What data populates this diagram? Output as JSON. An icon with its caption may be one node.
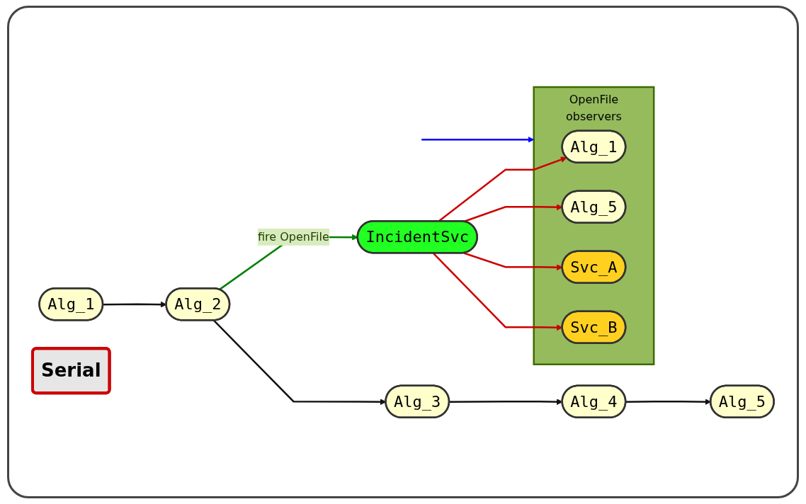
{
  "diagram": {
    "nodes": [
      {
        "text": [
          "Alg_1"
        ]
      },
      {
        "text": [
          "Alg_2"
        ]
      },
      {
        "text": [
          "Alg_3"
        ]
      },
      {
        "text": [
          "Alg_4"
        ]
      },
      {
        "text": [
          "Alg_5"
        ]
      },
      {
        "text": [
          "IncidentSvc"
        ]
      },
      {
        "text": [
          "OpenFile",
          "observers"
        ]
      },
      {
        "text": [
          "Alg_1"
        ],
        "in": 6
      },
      {
        "text": [
          "Alg_5"
        ],
        "in": 6
      },
      {
        "text": [
          "Svc_A"
        ],
        "in": 6
      },
      {
        "text": [
          "Svc_B"
        ],
        "in": 6
      },
      {
        "text": [
          "Serial"
        ]
      }
    ],
    "edges": [
      {
        "from": 0,
        "to": 1,
        "arrow": "to"
      },
      {
        "from": 1,
        "to": 2,
        "arrow": "to"
      },
      {
        "from": 2,
        "to": 3,
        "arrow": "to"
      },
      {
        "from": 3,
        "to": 4,
        "arrow": "to"
      },
      {
        "from": 1,
        "to": 5,
        "arrow": "to",
        "label": "fire OpenFile",
        "color": "#008000"
      },
      {
        "from": 5,
        "to": 7,
        "arrow": "to",
        "color": "#cc0000"
      },
      {
        "from": 5,
        "to": 8,
        "arrow": "to",
        "color": "#cc0000"
      },
      {
        "from": 5,
        "to": 9,
        "arrow": "to",
        "color": "#cc0000"
      },
      {
        "from": 5,
        "to": 10,
        "arrow": "to",
        "color": "#cc0000"
      },
      {
        "from": null,
        "to": 6,
        "arrow": "to",
        "color": "#0000ff"
      }
    ]
  }
}
